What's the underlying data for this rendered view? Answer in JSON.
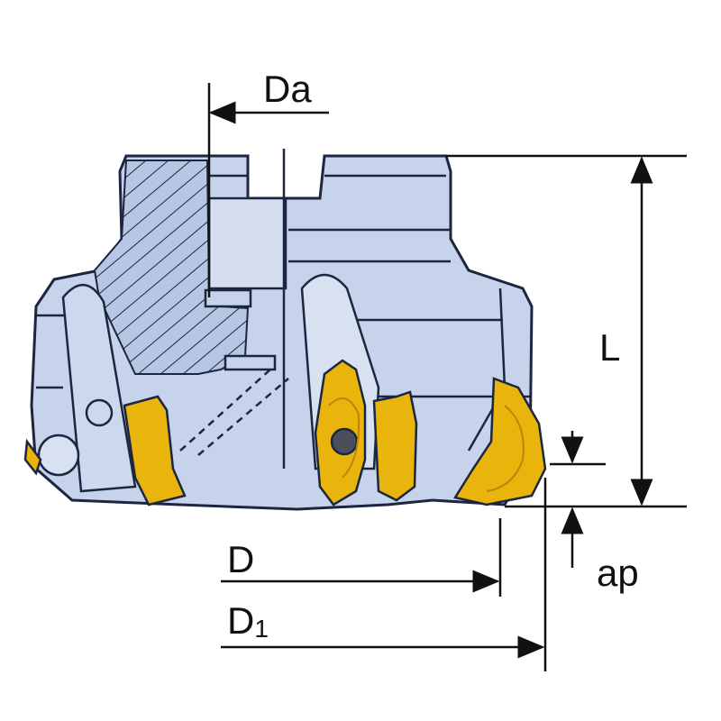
{
  "diagram": {
    "labels": {
      "da": "Da",
      "l": "L",
      "d": "D",
      "d1_main": "D",
      "d1_sub": "1",
      "ap": "ap"
    },
    "colors": {
      "body": "#c6d3ea",
      "body_dark": "#a9bad8",
      "outline": "#1c2640",
      "insert": "#e9b50c",
      "insert_dark": "#b9860a",
      "dimension": "#111111"
    }
  }
}
